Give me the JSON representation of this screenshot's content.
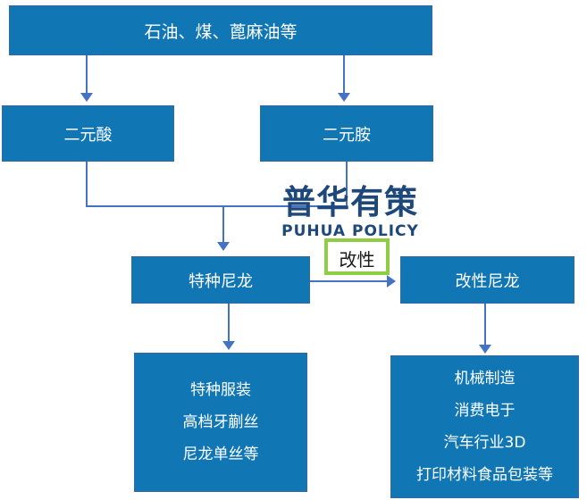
{
  "watermark": {
    "title_cn": "普华有策",
    "title_en": "PUHUA POLICY"
  },
  "flowchart": {
    "nodes": {
      "raw_materials": {
        "label": "石油、煤、蓖麻油等"
      },
      "dibasic_acid": {
        "label": "二元酸"
      },
      "diamine": {
        "label": "二元胺"
      },
      "special_nylon": {
        "label": "特种尼龙"
      },
      "modified_nylon": {
        "label": "改性尼龙"
      },
      "special_nylon_applications": {
        "lines": [
          "特种服装",
          "高档牙蒯丝",
          "尼龙单丝等"
        ]
      },
      "modified_nylon_applications": {
        "lines": [
          "机械制造",
          "消费电于",
          "汽车行业3D",
          "打印材料食品包装等"
        ]
      }
    },
    "edge_labels": {
      "modification": "改性"
    }
  },
  "colors": {
    "node_fill": "#1177b4",
    "node_text": "#ffffff",
    "connector": "#4472c4",
    "watermark": "#1d4879",
    "edge_label_border": "#8fce44",
    "edge_label_text": "#1a1a1a",
    "background": "#ffffff"
  }
}
